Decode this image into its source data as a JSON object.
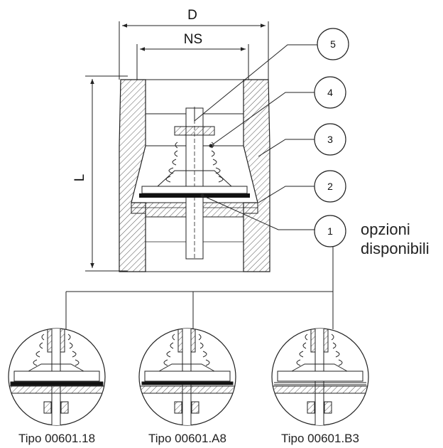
{
  "dimensions": {
    "D": "D",
    "NS": "NS",
    "L": "L"
  },
  "callouts": [
    "1",
    "2",
    "3",
    "4",
    "5"
  ],
  "options_label": {
    "line1": "opzioni",
    "line2": "disponibili"
  },
  "variants": [
    {
      "label": "Tipo 00601.18"
    },
    {
      "label": "Tipo 00601.A8"
    },
    {
      "label": "Tipo 00601.B3"
    }
  ]
}
